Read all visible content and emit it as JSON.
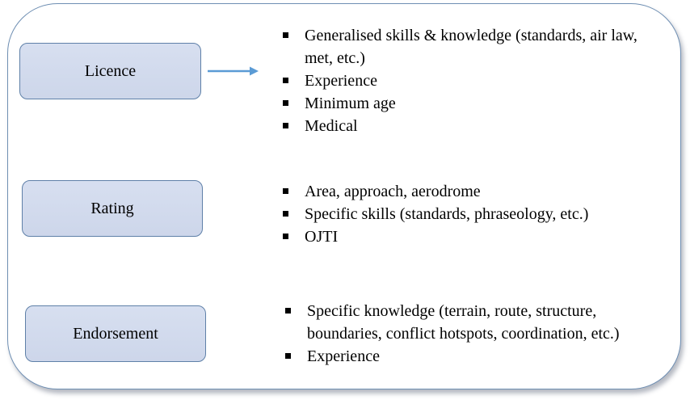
{
  "boxes": {
    "licence": "Licence",
    "rating": "Rating",
    "endorsement": "Endorsement"
  },
  "licence_items": [
    "Generalised skills & knowledge (standards, air law, met, etc.)",
    "Experience",
    "Minimum age",
    "Medical"
  ],
  "rating_items": [
    "Area, approach, aerodrome",
    "Specific skills (standards, phraseology, etc.)",
    "OJTI"
  ],
  "endorsement_items": [
    "Specific knowledge (terrain, route, structure, boundaries, conflict hotspots, coordination, etc.)",
    "Experience"
  ],
  "colors": {
    "box_fill": "#d1d9ec",
    "box_border": "#5f80a8",
    "frame_border": "#6f8fb3",
    "arrow": "#5b9bd5"
  }
}
